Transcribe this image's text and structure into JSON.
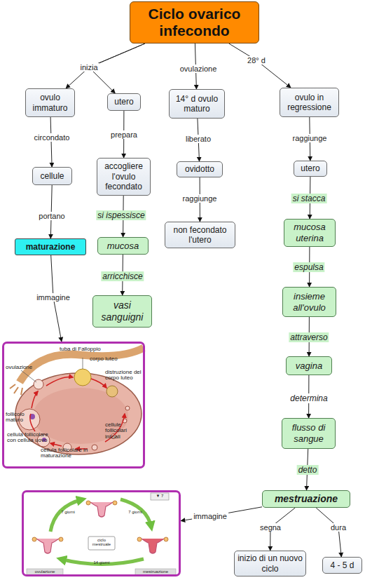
{
  "diagram": {
    "nodes": [
      {
        "text": [
          "Ciclo ovarico infecondo"
        ]
      },
      {
        "text": [
          "ovulo immaturo"
        ]
      },
      {
        "text": [
          "cellule"
        ]
      },
      {
        "text": [
          "maturazione"
        ]
      },
      {
        "text": [
          "tuba di Falloppio",
          "corpo luteo",
          "ovulazione",
          "distruzione del corpo luteo",
          "follicolo maturo",
          "cellule follicolari iniziali",
          "cellula follicolare con cellula uovo",
          "cellula follicolare in maturazione"
        ]
      },
      {
        "text": [
          "utero"
        ]
      },
      {
        "text": [
          "accogliere l'ovulo fecondato"
        ]
      },
      {
        "text": [
          "mucosa"
        ]
      },
      {
        "text": [
          "vasi sanguigni"
        ]
      },
      {
        "text": [
          "14° d ovulo maturo"
        ]
      },
      {
        "text": [
          "ovidotto"
        ]
      },
      {
        "text": [
          "non fecondato l'utero"
        ]
      },
      {
        "text": [
          "ovulo in regressione"
        ]
      },
      {
        "text": [
          "utero"
        ]
      },
      {
        "text": [
          "mucosa uterina"
        ]
      },
      {
        "text": [
          "insieme all'ovulo"
        ]
      },
      {
        "text": [
          "vagina"
        ]
      },
      {
        "text": [
          "flusso di sangue"
        ]
      },
      {
        "text": [
          "mestruazione"
        ]
      },
      {
        "text": [
          "▼ 7",
          "7 giorni",
          "7 giorni",
          "ciclo mestruale",
          "14 giorni",
          "ovulazione",
          "mestruazione"
        ]
      },
      {
        "text": [
          "inizio di un nuovo ciclo"
        ]
      },
      {
        "text": [
          "4 - 5 d"
        ]
      }
    ],
    "edges": [
      {
        "from": 0,
        "to": 1,
        "label": "inizia",
        "arrow": "to"
      },
      {
        "from": 0,
        "to": 5,
        "arrow": "to"
      },
      {
        "from": 1,
        "to": 2,
        "label": "circondato",
        "arrow": "to"
      },
      {
        "from": 2,
        "to": 3,
        "label": "portano",
        "arrow": "to"
      },
      {
        "from": 3,
        "to": 4,
        "label": "immagine",
        "arrow": "to"
      },
      {
        "from": 5,
        "to": 6,
        "label": "prepara",
        "arrow": "to"
      },
      {
        "from": 6,
        "to": 7,
        "label": "si ispessisce",
        "arrow": "to"
      },
      {
        "from": 7,
        "to": 8,
        "label": "arricchisce",
        "arrow": "to"
      },
      {
        "from": 0,
        "to": 9,
        "label": "ovulazione",
        "arrow": "to"
      },
      {
        "from": 9,
        "to": 10,
        "label": "liberato",
        "arrow": "to"
      },
      {
        "from": 10,
        "to": 11,
        "label": "raggiunge",
        "arrow": "to"
      },
      {
        "from": 0,
        "to": 12,
        "label": "28° d",
        "arrow": "to"
      },
      {
        "from": 12,
        "to": 13,
        "label": "raggiunge",
        "arrow": "to"
      },
      {
        "from": 13,
        "to": 14,
        "label": "si stacca",
        "arrow": "to"
      },
      {
        "from": 14,
        "to": 15,
        "label": "espulsa",
        "arrow": "to"
      },
      {
        "from": 15,
        "to": 16,
        "label": "attraverso",
        "arrow": "to"
      },
      {
        "from": 16,
        "to": 17,
        "label": "determina",
        "arrow": "to"
      },
      {
        "from": 17,
        "to": 18,
        "label": "detto",
        "arrow": "to"
      },
      {
        "from": 18,
        "to": 19,
        "label": "immagine",
        "arrow": "to"
      },
      {
        "from": 18,
        "to": 20,
        "label": "segna",
        "arrow": "to"
      },
      {
        "from": 18,
        "to": 21,
        "label": "dura",
        "arrow": "to"
      }
    ]
  }
}
